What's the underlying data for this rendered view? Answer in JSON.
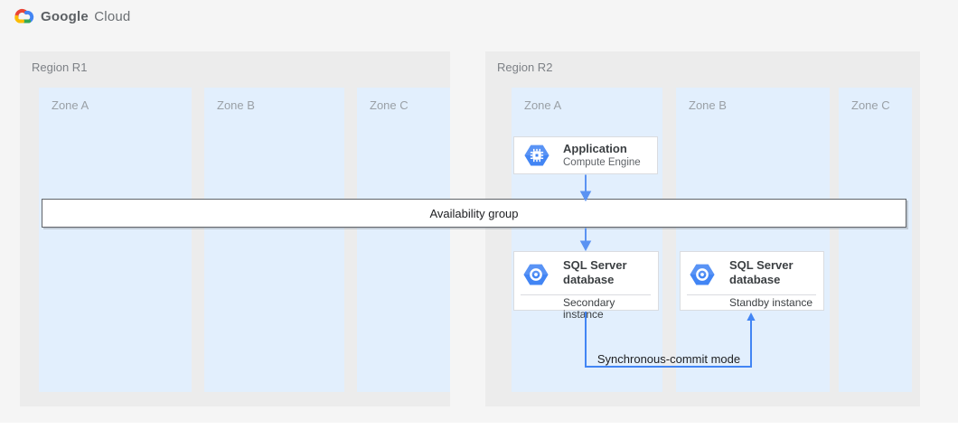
{
  "header": {
    "google": "Google",
    "cloud": "Cloud"
  },
  "regions": [
    {
      "label": "Region R1",
      "zones": [
        {
          "label": "Zone A"
        },
        {
          "label": "Zone B"
        },
        {
          "label": "Zone C"
        }
      ]
    },
    {
      "label": "Region R2",
      "zones": [
        {
          "label": "Zone A"
        },
        {
          "label": "Zone B"
        },
        {
          "label": "Zone C"
        }
      ]
    }
  ],
  "banner": {
    "label": "Availability group"
  },
  "cards": {
    "application": {
      "title": "Application",
      "subtitle": "Compute Engine",
      "icon": "compute-engine-icon"
    },
    "sql_secondary": {
      "title": "SQL Server database",
      "footer": "Secondary instance",
      "icon": "cloud-sql-icon"
    },
    "sql_standby": {
      "title": "SQL Server database",
      "footer": "Standby instance",
      "icon": "cloud-sql-icon"
    }
  },
  "connector": {
    "label": "Synchronous-commit mode"
  },
  "colors": {
    "page_bg": "#f5f5f5",
    "region_bg": "#ececec",
    "zone_bg": "#e2effd",
    "card_border": "#dadce0",
    "banner_border": "#5f6368",
    "arrow_blue": "#5b93f2",
    "connector_blue": "#4285f4",
    "text_dark": "#3c4043",
    "text_gray": "#5f6368",
    "text_light_gray": "#9aa0a6",
    "logo_red": "#ea4335",
    "logo_blue": "#4285f4",
    "logo_green": "#34a853",
    "logo_yellow": "#fbbc04"
  }
}
